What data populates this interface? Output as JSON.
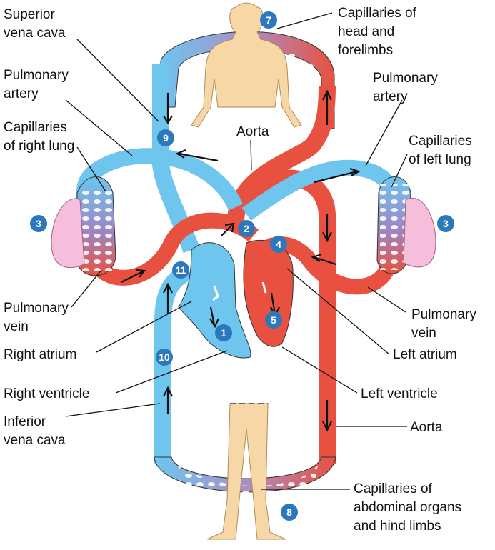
{
  "colors": {
    "oxygen_poor": "#6ec6ef",
    "oxygen_rich": "#e8513f",
    "body": "#f8d7a6",
    "lung": "#f5bfdc",
    "badge": "#2b78bd"
  },
  "labels": {
    "superior_vena_cava": [
      "Superior",
      "vena cava"
    ],
    "pulmonary_artery_left_side": [
      "Pulmonary",
      "artery"
    ],
    "capillaries_right_lung": [
      "Capillaries",
      "of right lung"
    ],
    "pulmonary_vein_left_side": [
      "Pulmonary",
      "vein"
    ],
    "right_atrium": "Right atrium",
    "right_ventricle": "Right ventricle",
    "inferior_vena_cava": [
      "Inferior",
      "vena cava"
    ],
    "capillaries_head": [
      "Capillaries of",
      "head and",
      "forelimbs"
    ],
    "pulmonary_artery_right_side": [
      "Pulmonary",
      "artery"
    ],
    "aorta_top": "Aorta",
    "capillaries_left_lung": [
      "Capillaries",
      "of left lung"
    ],
    "pulmonary_vein_right_side": [
      "Pulmonary",
      "vein"
    ],
    "left_atrium": "Left atrium",
    "left_ventricle": "Left ventricle",
    "aorta_bottom": "Aorta",
    "capillaries_abdominal": [
      "Capillaries of",
      "abdominal organs",
      "and hind limbs"
    ]
  },
  "steps": {
    "s1": "1",
    "s2": "2",
    "s3_left": "3",
    "s3_right": "3",
    "s4": "4",
    "s5": "5",
    "s7": "7",
    "s8": "8",
    "s9": "9",
    "s10": "10",
    "s11": "11"
  }
}
